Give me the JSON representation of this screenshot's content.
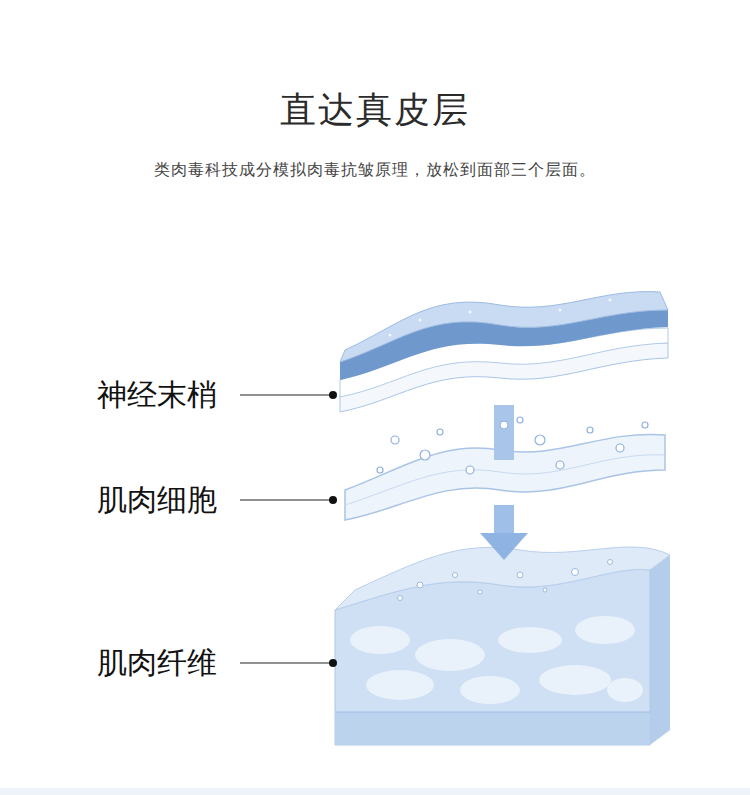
{
  "diagram": {
    "title": "直达真皮层",
    "labels": [
      "类肉毒科技成分模拟肉毒抗皱原理，放松到面部三个层面。",
      "神经末梢",
      "肌肉细胞",
      "肌肉纤维"
    ]
  }
}
